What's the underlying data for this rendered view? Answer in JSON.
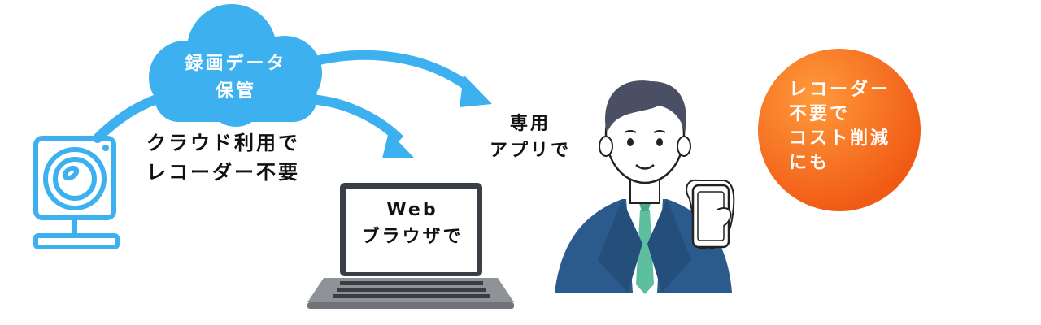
{
  "cloud": {
    "line1": "録画データ",
    "line2": "保管"
  },
  "caption_cloud": {
    "line1": "クラウド利用で",
    "line2": "レコーダー不要"
  },
  "caption_app": {
    "line1": "専用",
    "line2": "アプリで"
  },
  "laptop_screen": {
    "line1": "Web",
    "line2": "ブラウザで"
  },
  "badge": {
    "line1": "レコーダー",
    "line2": "不要で",
    "line3": "コスト削減",
    "line4": "にも"
  },
  "colors": {
    "accent_blue": "#3db1ef",
    "badge_orange": "#f26b1d",
    "suit_navy": "#2a5b8c",
    "tie_green": "#5dbf9f"
  }
}
